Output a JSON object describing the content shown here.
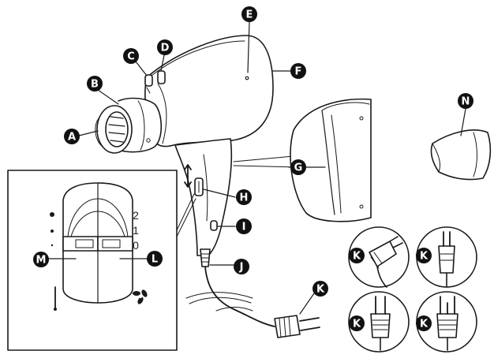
{
  "labels": {
    "A": "A",
    "B": "B",
    "C": "C",
    "D": "D",
    "E": "E",
    "F": "F",
    "G": "G",
    "H": "H",
    "I": "I",
    "J": "J",
    "K": "K",
    "L": "L",
    "M": "M",
    "N": "N"
  },
  "switch_panel": {
    "speed_ticks": [
      "2",
      "1",
      "0"
    ]
  },
  "colors": {
    "ink": "#1a1a1a",
    "badge": "#111111",
    "background": "#ffffff"
  }
}
